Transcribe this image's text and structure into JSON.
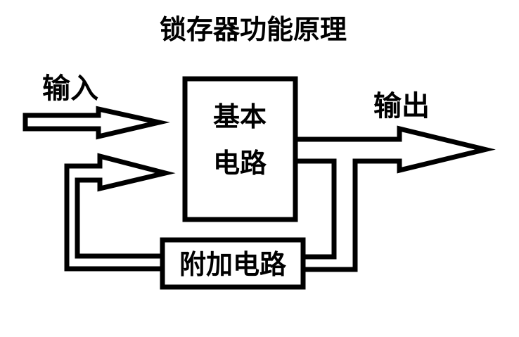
{
  "title": "锁存器功能原理",
  "labels": {
    "input": "输入",
    "output": "输出"
  },
  "nodes": {
    "basic_circuit": {
      "line1": "基本",
      "line2": "电路"
    },
    "additional_circuit": {
      "label": "附加电路"
    }
  },
  "colors": {
    "line": "#000000",
    "fill": "#ffffff",
    "background": "#ffffff",
    "text": "#000000"
  }
}
